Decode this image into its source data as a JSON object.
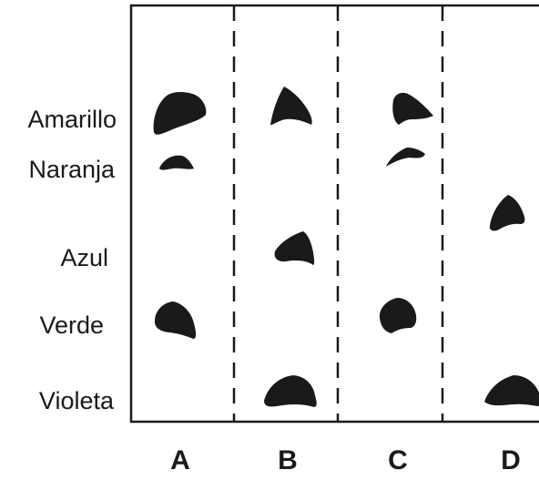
{
  "rows": [
    {
      "key": "amarillo",
      "label": "Amarillo"
    },
    {
      "key": "naranja",
      "label": "Naranja"
    },
    {
      "key": "azul",
      "label": "Azul"
    },
    {
      "key": "verde",
      "label": "Verde"
    },
    {
      "key": "violeta",
      "label": "Violeta"
    }
  ],
  "columns": [
    {
      "key": "a",
      "label": "A"
    },
    {
      "key": "b",
      "label": "B"
    },
    {
      "key": "c",
      "label": "C"
    },
    {
      "key": "d",
      "label": "D"
    }
  ],
  "spots": {
    "a": [
      "amarillo",
      "naranja",
      "verde"
    ],
    "b": [
      "amarillo",
      "azul",
      "violeta"
    ],
    "c": [
      "amarillo",
      "naranja",
      "verde"
    ],
    "d": [
      "azul",
      "violeta"
    ]
  },
  "colors": {
    "ink": "#1a1a1a",
    "background": "#ffffff"
  }
}
